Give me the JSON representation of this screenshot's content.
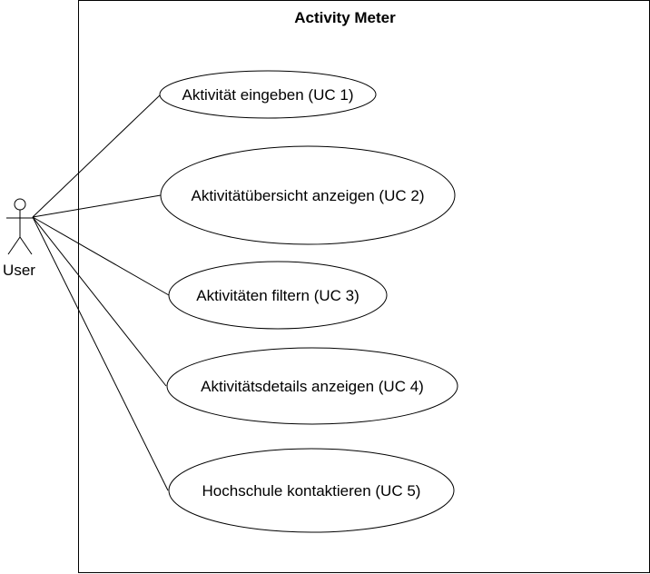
{
  "system": {
    "title": "Activity Meter"
  },
  "actor": {
    "label": "User"
  },
  "use_cases": [
    {
      "label": "Aktivität eingeben (UC 1)"
    },
    {
      "label": "Aktivitätübersicht anzeigen (UC 2)"
    },
    {
      "label": "Aktivitäten filtern (UC 3)"
    },
    {
      "label": "Aktivitätsdetails anzeigen (UC 4)"
    },
    {
      "label": "Hochschule kontaktieren (UC 5)"
    }
  ]
}
